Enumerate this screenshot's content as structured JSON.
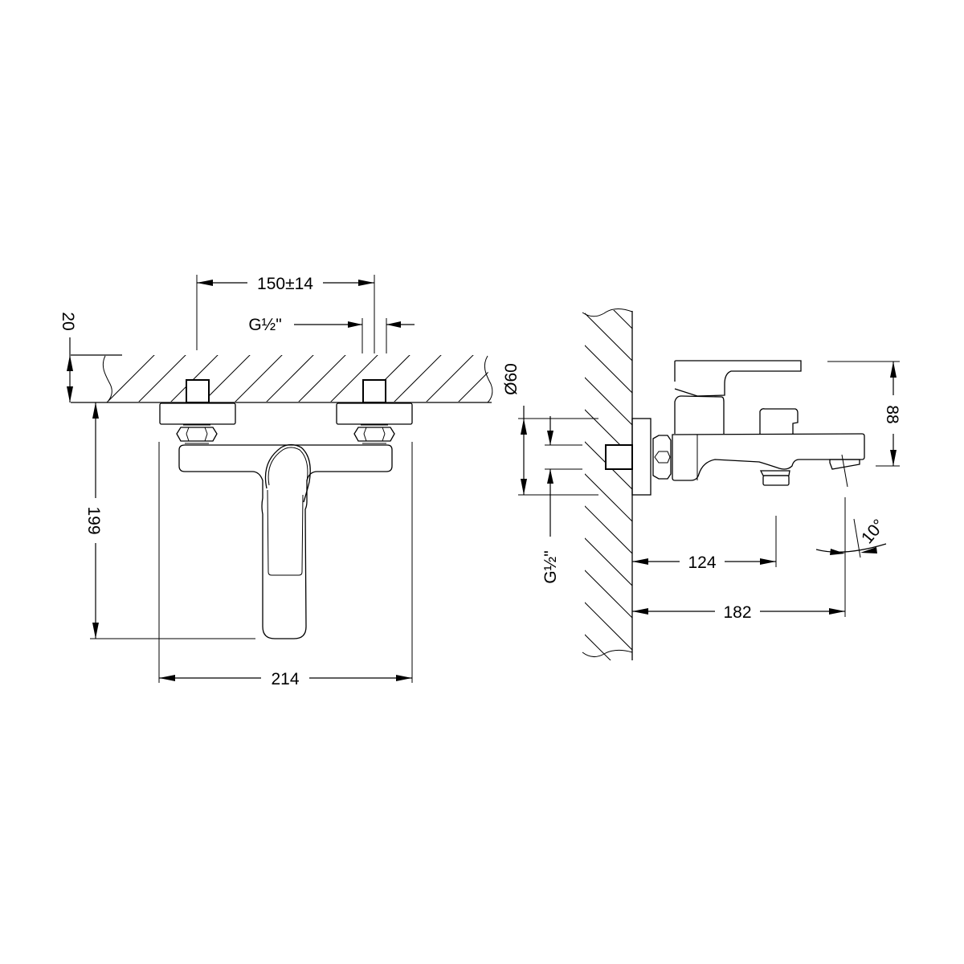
{
  "drawing": {
    "title": "Wall-mounted bath/shower mixer dimension drawing",
    "line_color": "#000000",
    "background": "#ffffff"
  },
  "front_view": {
    "dim_center_distance": "150±14",
    "dim_thread": "G½\"",
    "dim_wall_offset": "20",
    "dim_height": "199",
    "dim_width": "214"
  },
  "side_view": {
    "dim_flange_diameter": "Ø60",
    "dim_thread": "G½\"",
    "dim_height": "88",
    "dim_spout_outlet": "124",
    "dim_projection": "182",
    "dim_angle": "10°"
  }
}
